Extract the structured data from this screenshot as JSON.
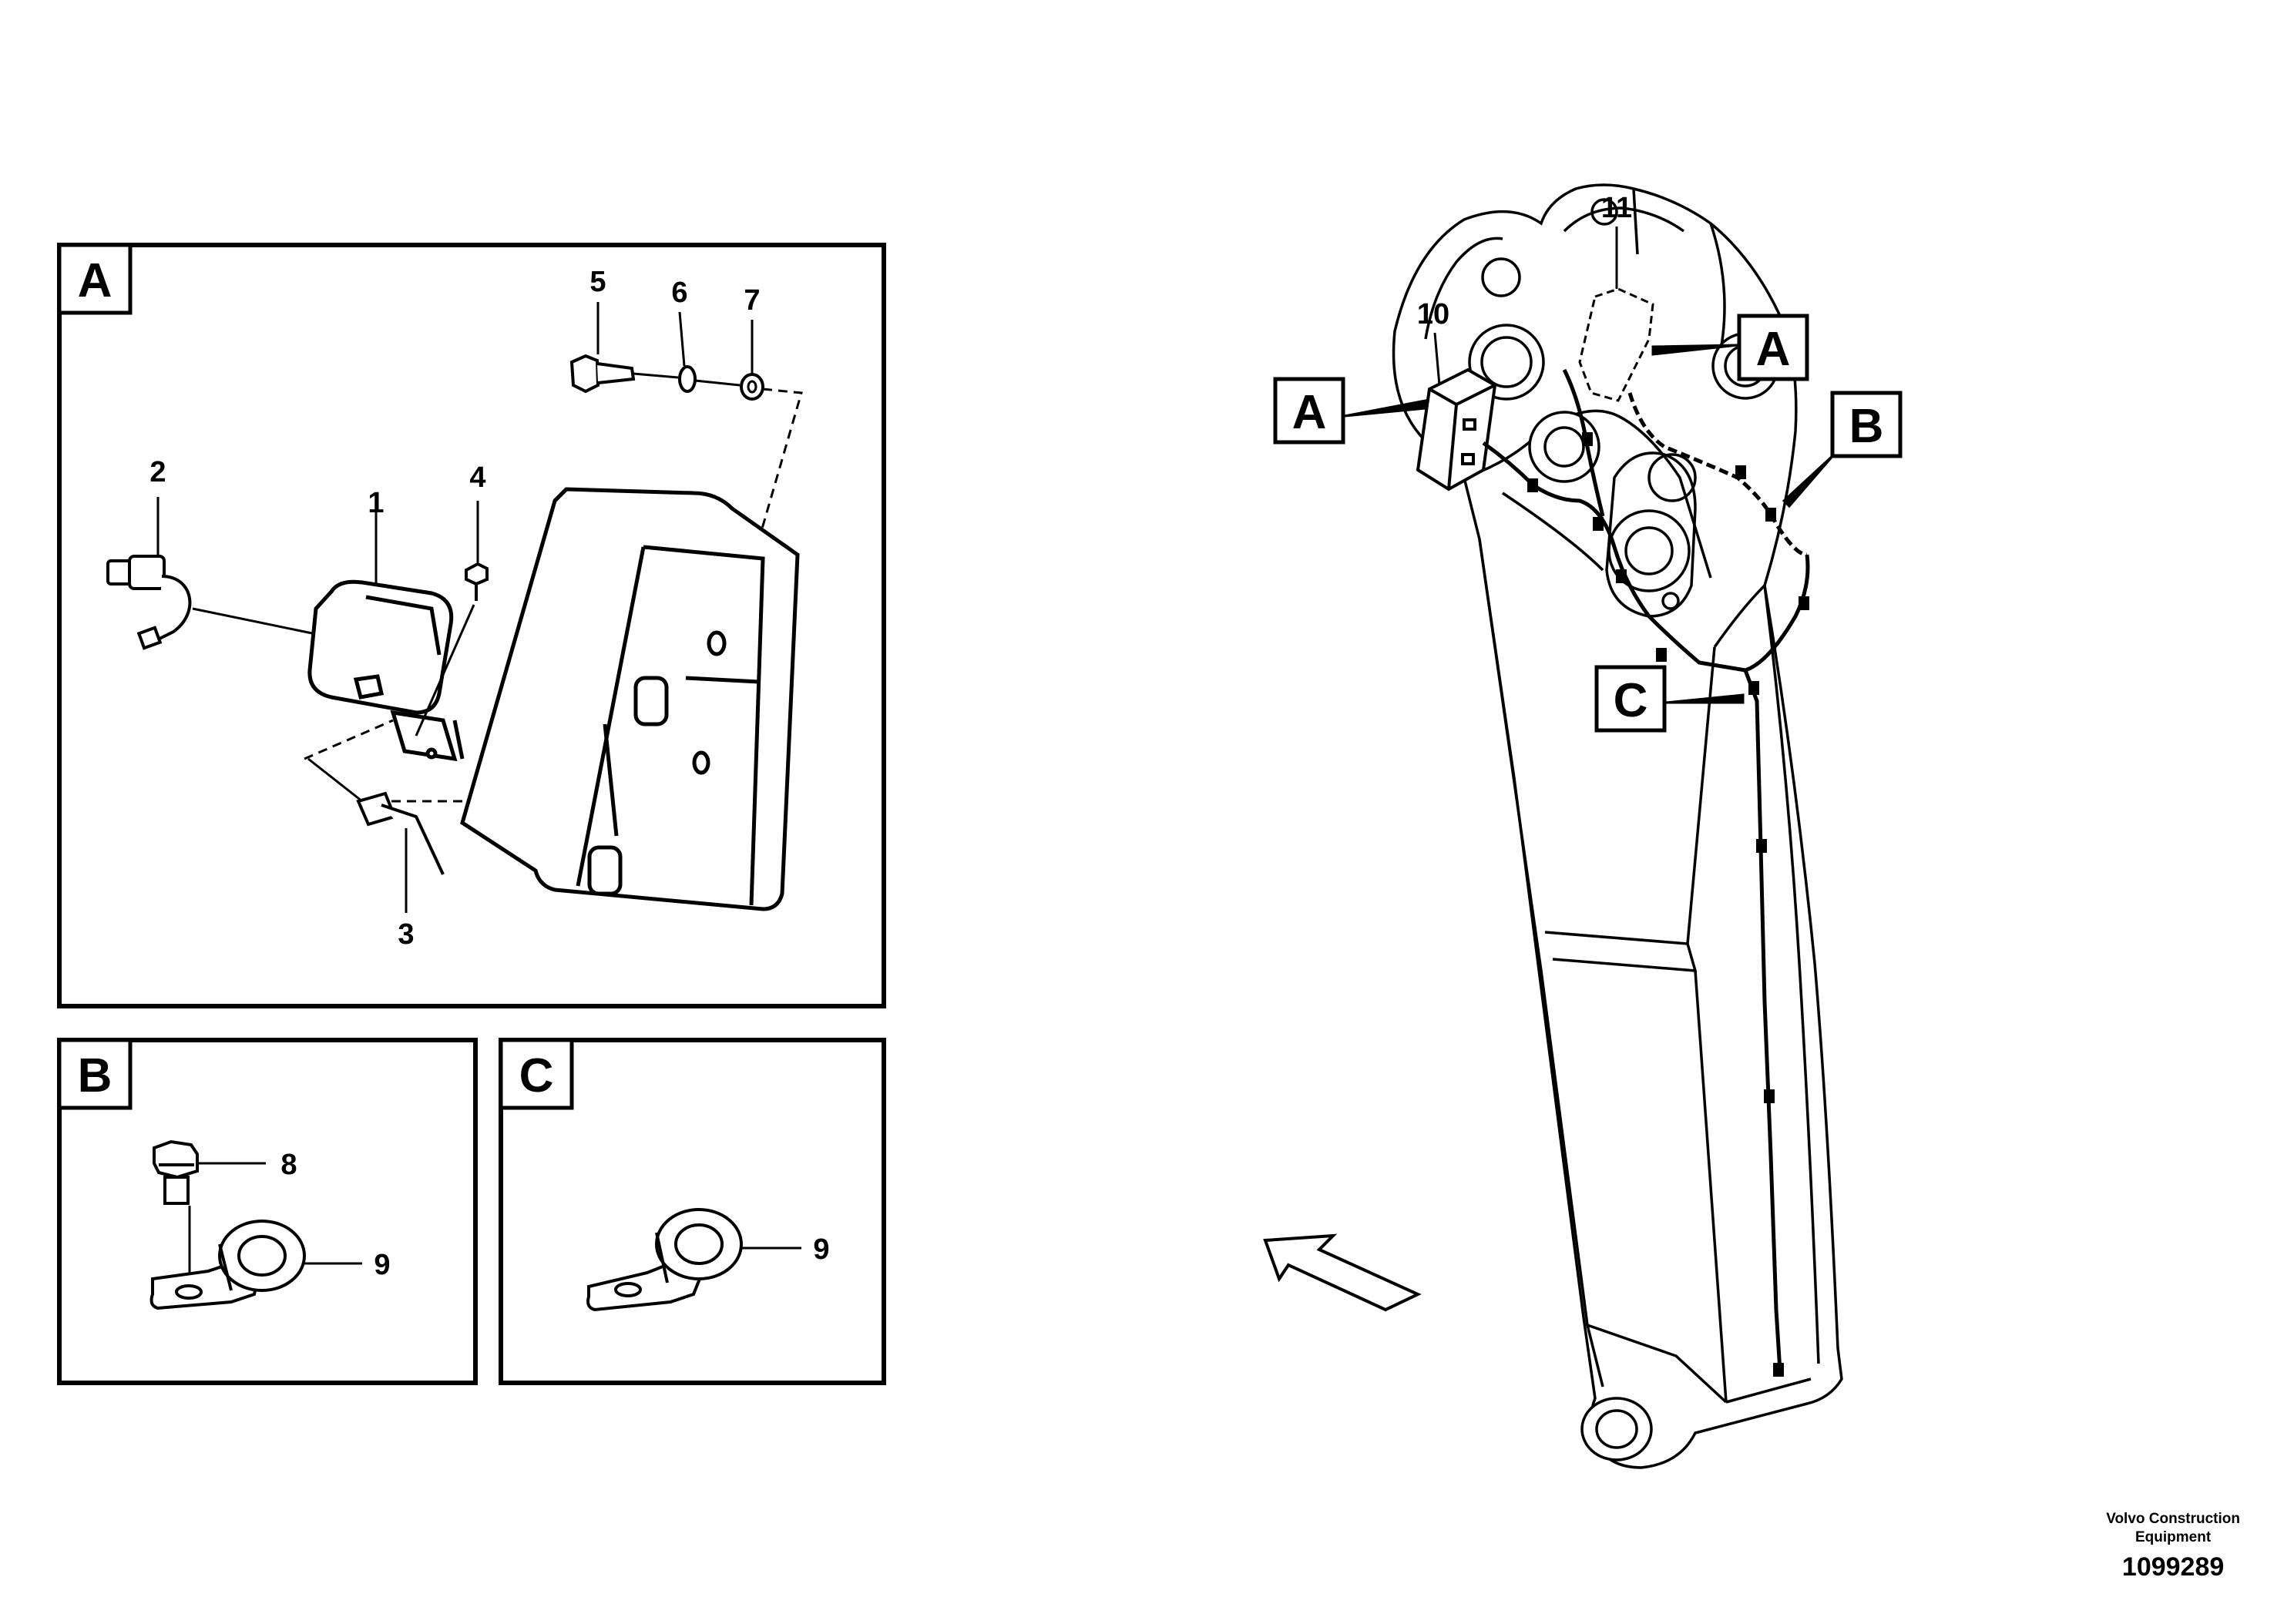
{
  "panels": {
    "a": {
      "letter": "A"
    },
    "b": {
      "letter": "B"
    },
    "c": {
      "letter": "C"
    }
  },
  "callouts": {
    "p1": "1",
    "p2": "2",
    "p3": "3",
    "p4": "4",
    "p5": "5",
    "p6": "6",
    "p7": "7",
    "p8": "8",
    "p9b": "9",
    "p9c": "9",
    "p10": "10",
    "p11": "11"
  },
  "boom_labels": {
    "a_left": "A",
    "a_right": "A",
    "b": "B",
    "c": "C"
  },
  "footer": {
    "company_line1": "Volvo Construction",
    "company_line2": "Equipment",
    "drawing_number": "1099289"
  }
}
